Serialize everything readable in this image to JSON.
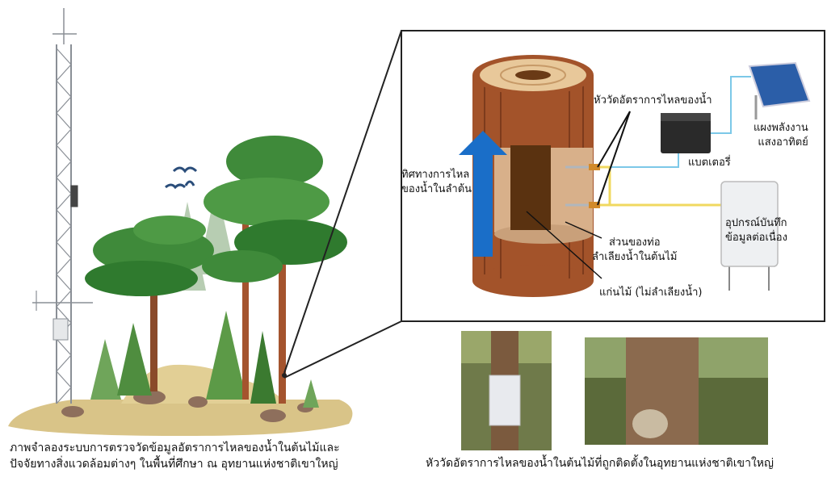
{
  "labels": {
    "flow_direction": [
      "ทิศทางการไหล",
      "ของน้ำในลำต้น"
    ],
    "sap_flow_sensor": "หัววัดอัตราการไหลของน้ำ",
    "solar_panel": [
      "แผงพลังงาน",
      "แสงอาทิตย์"
    ],
    "battery": "แบตเตอรี่",
    "data_logger": [
      "อุปกรณ์บันทึก",
      "ข้อมูลต่อเนื่อง"
    ],
    "xylem": [
      "ส่วนของท่อ",
      "ลำเลียงน้ำในต้นไม้"
    ],
    "heartwood": "แก่นไม้ (ไม่ลำเลียงน้ำ)"
  },
  "captions": {
    "left": [
      "ภาพจำลองระบบการตรวจวัดข้อมูลอัตราการไหลของน้ำในต้นไม้และ",
      "ปัจจัยทางสิ่งแวดล้อมต่างๆ ในพื้นที่ศึกษา ณ อุทยานแห่งชาติเขาใหญ่"
    ],
    "right": "หัววัดอัตราการไหลของน้ำในต้นไม้ที่ถูกติดตั้งในอุทยานแห่งชาติเขาใหญ่"
  },
  "colors": {
    "bark": "#9b4a24",
    "sapwood": "#d8b08a",
    "heartwood": "#5a3210",
    "arrow": "#1a6ec8",
    "cable_blue": "#7cc8e8",
    "cable_yellow": "#f0d860",
    "frame": "#222222"
  }
}
